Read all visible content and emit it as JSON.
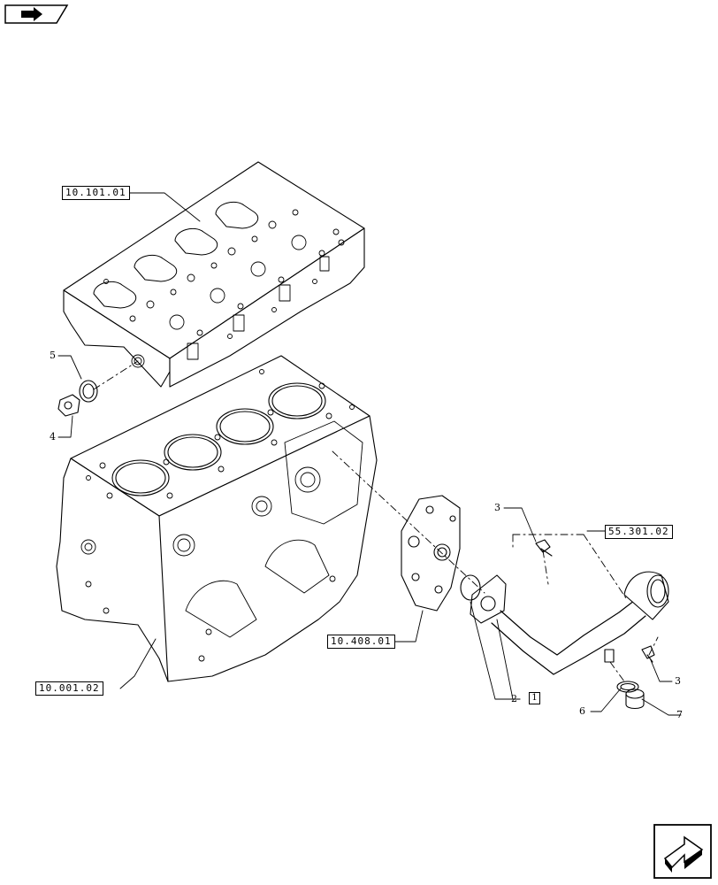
{
  "references": {
    "cylinder_head": "10.101.01",
    "engine_block": "10.001.02",
    "water_pump": "10.408.01",
    "radiator_hose": "55.301.02"
  },
  "callouts": {
    "seal_ring": "5",
    "plug": "4",
    "screw_top": "3",
    "screw_right": "3",
    "gasket": "2",
    "pipe_note": "1",
    "ring": "6",
    "bushing": "7"
  },
  "icons": {
    "top_left": "back-arrow-icon",
    "bottom_right": "next-page-arrow-icon"
  }
}
